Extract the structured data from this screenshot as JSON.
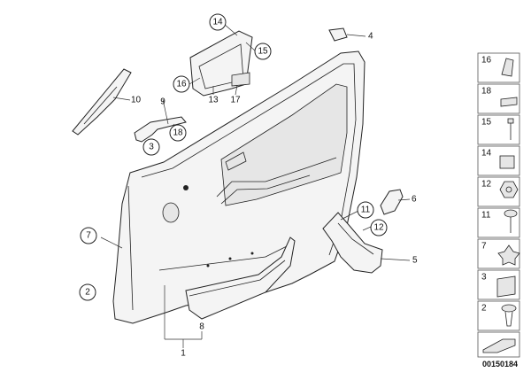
{
  "diagram": {
    "id_label": "00150184",
    "callouts": [
      "14",
      "15",
      "16",
      "13",
      "17",
      "4",
      "10",
      "9",
      "3",
      "18",
      "6",
      "7",
      "11",
      "12",
      "5",
      "2",
      "8",
      "1"
    ],
    "legend": [
      "16",
      "18",
      "15",
      "14",
      "12",
      "11",
      "7",
      "3",
      "2"
    ]
  }
}
